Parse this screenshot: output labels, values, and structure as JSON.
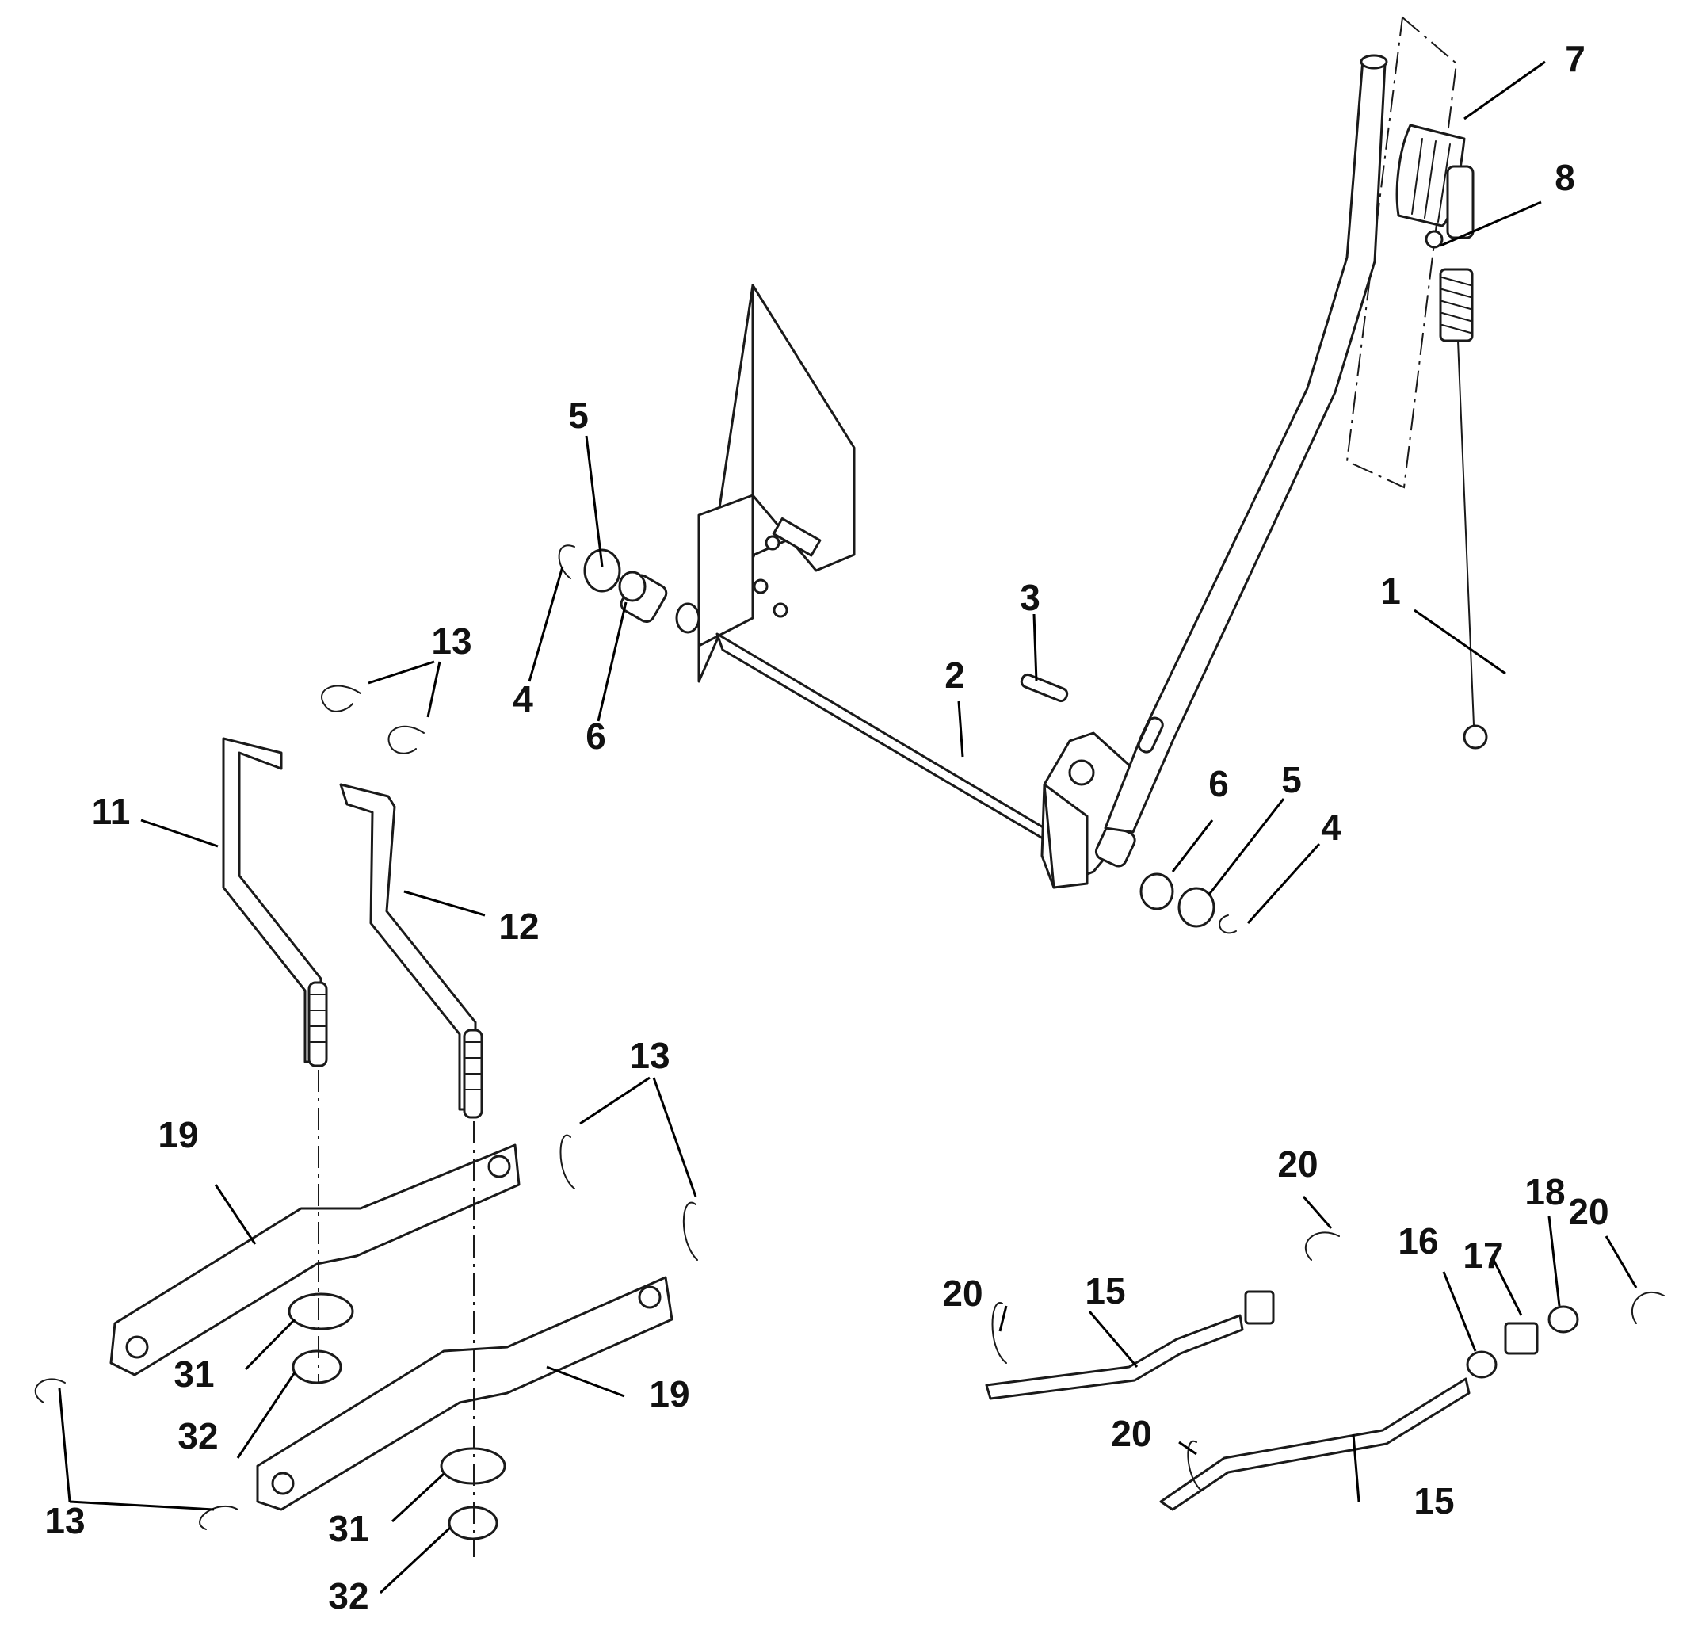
{
  "callouts": [
    {
      "id": "c1",
      "label": "1"
    },
    {
      "id": "c2",
      "label": "2"
    },
    {
      "id": "c3",
      "label": "3"
    },
    {
      "id": "c4a",
      "label": "4"
    },
    {
      "id": "c4b",
      "label": "4"
    },
    {
      "id": "c5a",
      "label": "5"
    },
    {
      "id": "c5b",
      "label": "5"
    },
    {
      "id": "c6a",
      "label": "6"
    },
    {
      "id": "c6b",
      "label": "6"
    },
    {
      "id": "c7",
      "label": "7"
    },
    {
      "id": "c8",
      "label": "8"
    },
    {
      "id": "c11",
      "label": "11"
    },
    {
      "id": "c12",
      "label": "12"
    },
    {
      "id": "c13a",
      "label": "13"
    },
    {
      "id": "c13b",
      "label": "13"
    },
    {
      "id": "c13c",
      "label": "13"
    },
    {
      "id": "c15a",
      "label": "15"
    },
    {
      "id": "c15b",
      "label": "15"
    },
    {
      "id": "c16",
      "label": "16"
    },
    {
      "id": "c17",
      "label": "17"
    },
    {
      "id": "c18",
      "label": "18"
    },
    {
      "id": "c19a",
      "label": "19"
    },
    {
      "id": "c19b",
      "label": "19"
    },
    {
      "id": "c20a",
      "label": "20"
    },
    {
      "id": "c20b",
      "label": "20"
    },
    {
      "id": "c20c",
      "label": "20"
    },
    {
      "id": "c20d",
      "label": "20"
    },
    {
      "id": "c31a",
      "label": "31"
    },
    {
      "id": "c31b",
      "label": "31"
    },
    {
      "id": "c32a",
      "label": "32"
    },
    {
      "id": "c32b",
      "label": "32"
    }
  ]
}
